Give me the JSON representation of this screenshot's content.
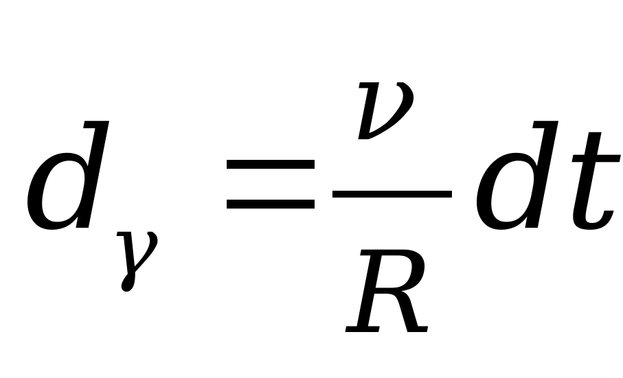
{
  "equation": {
    "lhs": {
      "base": "d",
      "subscript": "γ"
    },
    "equals_sign": "=",
    "fraction": {
      "numerator": "ν",
      "denominator": "R"
    },
    "rhs_suffix": "dt"
  }
}
